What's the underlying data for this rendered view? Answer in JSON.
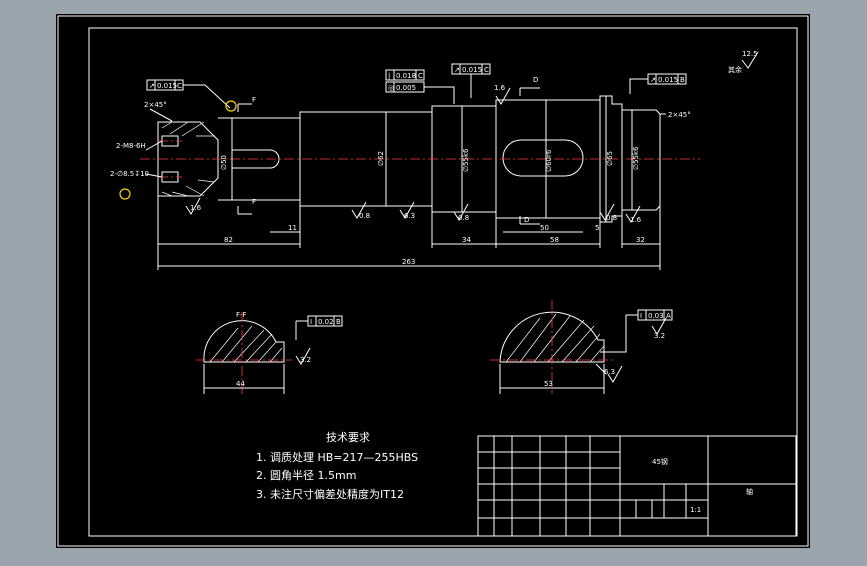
{
  "colors": {
    "background_outer": "#9aa4ad",
    "canvas": "#000000",
    "lines": "#ffffff",
    "centerline": "#ff3b3b",
    "callout": "#ffd400"
  },
  "roughness": {
    "general": "12.5",
    "general_label": "其余"
  },
  "tolerance_frames": [
    {
      "id": "left",
      "sym": "↗",
      "val": "0.015",
      "datum": "C"
    },
    {
      "id": "mid_a",
      "sym": "|",
      "val": "0.018",
      "datum": "C"
    },
    {
      "id": "mid_b",
      "sym": "◎",
      "val": "0.005",
      "datum": ""
    },
    {
      "id": "mid_c",
      "sym": "↗",
      "val": "0.015",
      "datum": "C"
    },
    {
      "id": "right",
      "sym": "↗",
      "val": "0.015",
      "datum": "B"
    }
  ],
  "chamfer_left": "2×45°",
  "chamfer_right": "2×45°",
  "thread_note_1": "2-M8-6H",
  "thread_note_2": "2-∅8.5↧10",
  "section_markers": {
    "f_upper": "F",
    "f_lower": "F",
    "d_upper": "D",
    "d_lower": "D"
  },
  "roughness_marks": [
    "1.6",
    "0.8",
    "6.3",
    "0.8",
    "1.6",
    "0.8",
    "1.6"
  ],
  "diameters": [
    "∅50",
    "∅55k6",
    "∅62",
    "∅60r6",
    "∅65",
    "∅55k6"
  ],
  "dims_bottom": [
    "82",
    "11",
    "34",
    "50",
    "58",
    "5",
    "32",
    "263"
  ],
  "section_f": {
    "label": "F-F",
    "dim": "44",
    "frame_sym": "I",
    "frame_val": "0.02",
    "frame_datum": "B",
    "roughness": "3.2"
  },
  "section_d": {
    "dim": "53",
    "frame_sym": "I",
    "frame_val": "0.03",
    "frame_datum": "A",
    "roughness": "3.2",
    "roughness_b": "6.3"
  },
  "tech_requirements": {
    "title": "技术要求",
    "items": [
      "1.  调质处理  HB=217—255HBS",
      "2.  圆角半径  1.5mm",
      "3.  未注尺寸偏差处精度为IT12"
    ]
  },
  "title_block": {
    "part_name": "45钢",
    "drawing_title": "轴",
    "scale": "1:1"
  }
}
